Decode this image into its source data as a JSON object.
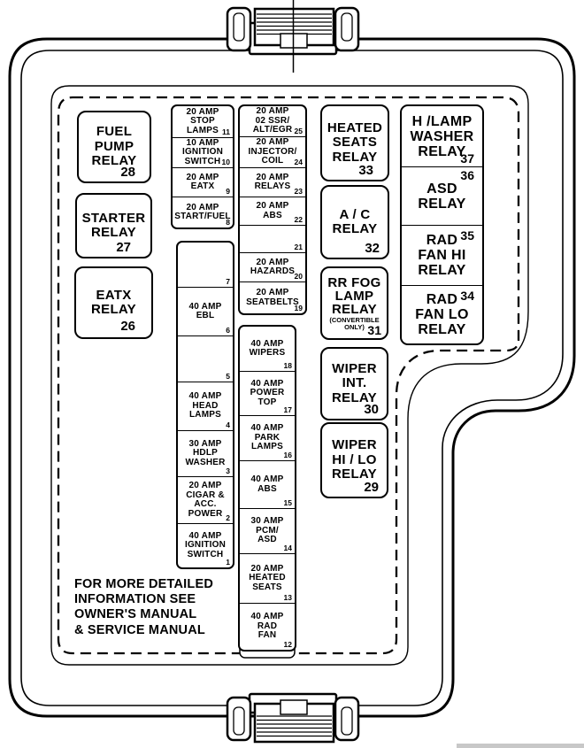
{
  "colors": {
    "line": "#000000",
    "background": "#ffffff"
  },
  "footer_note": "FOR MORE DETAILED\nINFORMATION SEE\nOWNER'S MANUAL\n& SERVICE MANUAL",
  "left_relays": [
    {
      "text": "FUEL\nPUMP\nRELAY",
      "num": "28"
    },
    {
      "text": "STARTER\nRELAY",
      "num": "27"
    },
    {
      "text": "EATX\nRELAY",
      "num": "26"
    }
  ],
  "mid_relays": [
    {
      "text": "HEATED\nSEATS\nRELAY",
      "num": "33"
    },
    {
      "text": "A / C\nRELAY",
      "num": "32"
    },
    {
      "text": "RR FOG\nLAMP\nRELAY",
      "note": "(CONVERTIBLE\nONLY)",
      "num": "31"
    },
    {
      "text": "WIPER\nINT.\nRELAY",
      "num": "30"
    },
    {
      "text": "WIPER\nHI / LO\nRELAY",
      "num": "29"
    }
  ],
  "right_stack": [
    {
      "text": "H /LAMP\nWASHER\nRELAY",
      "num": "37"
    },
    {
      "text": "ASD\nRELAY",
      "num": "36"
    },
    {
      "text": "RAD\nFAN HI\nRELAY",
      "num": "35"
    },
    {
      "text": "RAD\nFAN LO\nRELAY",
      "num": "34"
    }
  ],
  "strip_a": [
    {
      "text": "20 AMP\nSTOP\nLAMPS",
      "num": "11"
    },
    {
      "text": "10 AMP\nIGNITION\nSWITCH",
      "num": "10"
    },
    {
      "text": "20 AMP\nEATX",
      "num": "9"
    },
    {
      "text": "20 AMP\nSTART/FUEL",
      "num": "8"
    }
  ],
  "strip_b": [
    {
      "text": "",
      "num": "7"
    },
    {
      "text": "40 AMP\nEBL",
      "num": "6"
    },
    {
      "text": "",
      "num": "5"
    },
    {
      "text": "40 AMP\nHEAD\nLAMPS",
      "num": "4"
    },
    {
      "text": "30 AMP\nHDLP\nWASHER",
      "num": "3"
    },
    {
      "text": "20 AMP\nCIGAR &\nACC.\nPOWER",
      "num": "2"
    },
    {
      "text": "40 AMP\nIGNITION\nSWITCH",
      "num": "1"
    }
  ],
  "strip_c": [
    {
      "text": "20 AMP\n02 SSR/\nALT/EGR",
      "num": "25"
    },
    {
      "text": "20 AMP\nINJECTOR/\nCOIL",
      "num": "24"
    },
    {
      "text": "20 AMP\nRELAYS",
      "num": "23"
    },
    {
      "text": "20 AMP\nABS",
      "num": "22"
    },
    {
      "text": "",
      "num": "21"
    },
    {
      "text": "20 AMP\nHAZARDS",
      "num": "20"
    },
    {
      "text": "20 AMP\nSEATBELTS",
      "num": "19"
    }
  ],
  "strip_d": [
    {
      "text": "40 AMP\nWIPERS",
      "num": "18"
    },
    {
      "text": "40 AMP\nPOWER\nTOP",
      "num": "17"
    },
    {
      "text": "40 AMP\nPARK\nLAMPS",
      "num": "16"
    },
    {
      "text": "40 AMP\nABS",
      "num": "15"
    },
    {
      "text": "30 AMP\nPCM/\nASD",
      "num": "14"
    },
    {
      "text": "20 AMP\nHEATED\nSEATS",
      "num": "13"
    },
    {
      "text": "40 AMP\nRAD\nFAN",
      "num": "12"
    }
  ]
}
